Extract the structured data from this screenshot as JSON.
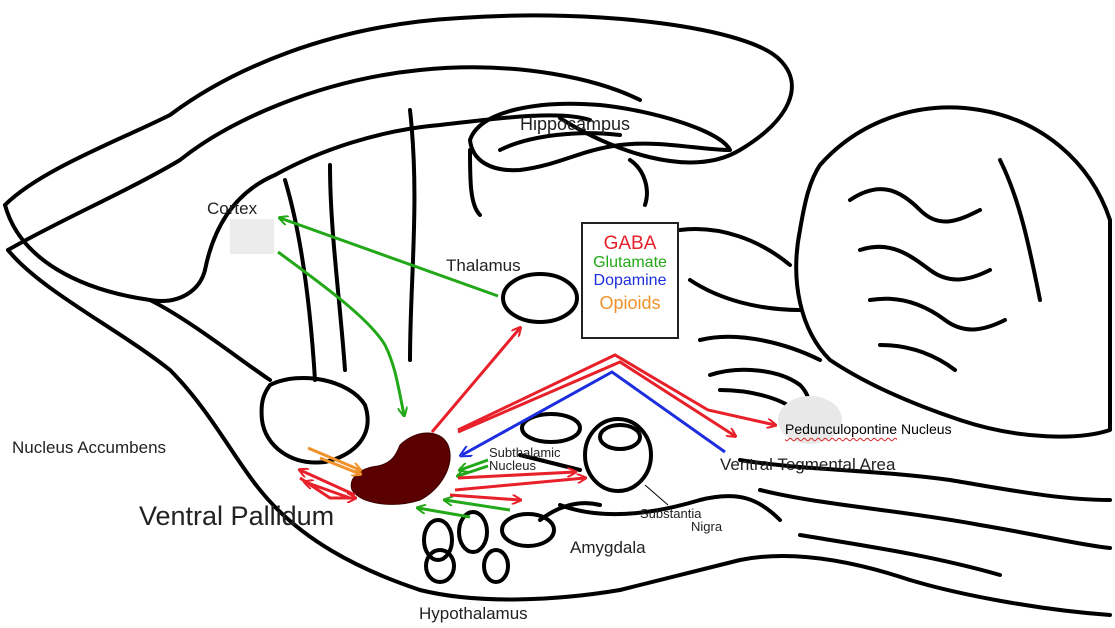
{
  "labels": {
    "hippocampus": "Hippocampus",
    "cortex": "Cortex",
    "thalamus": "Thalamus",
    "nucleus_accumbens": "Nucleus Accumbens",
    "ventral_pallidum": "Ventral Pallidum",
    "subthalamic_line1": "Subthalamic",
    "subthalamic_line2": "Nucleus",
    "substantia_line1": "Substantia",
    "substantia_line2": "Nigra",
    "amygdala": "Amygdala",
    "hypothalamus": "Hypothalamus",
    "vta": "Ventral Tegmental Area",
    "pedunculopontine_word1": "Pedunculopontine",
    "pedunculopontine_word2": "Nucleus"
  },
  "legend": {
    "items": [
      {
        "label": "GABA",
        "color": "#e8202a"
      },
      {
        "label": "Glutamate",
        "color": "#22a818"
      },
      {
        "label": "Dopamine",
        "color": "#1c2ee0"
      },
      {
        "label": "Opioids",
        "color": "#f0922c"
      }
    ]
  },
  "colors": {
    "gaba": "#e8202a",
    "glutamate": "#22a818",
    "dopamine": "#1c2ee0",
    "opioids": "#f0922c",
    "ventral_pallidum_fill": "#5a0000",
    "outline": "#000000"
  }
}
